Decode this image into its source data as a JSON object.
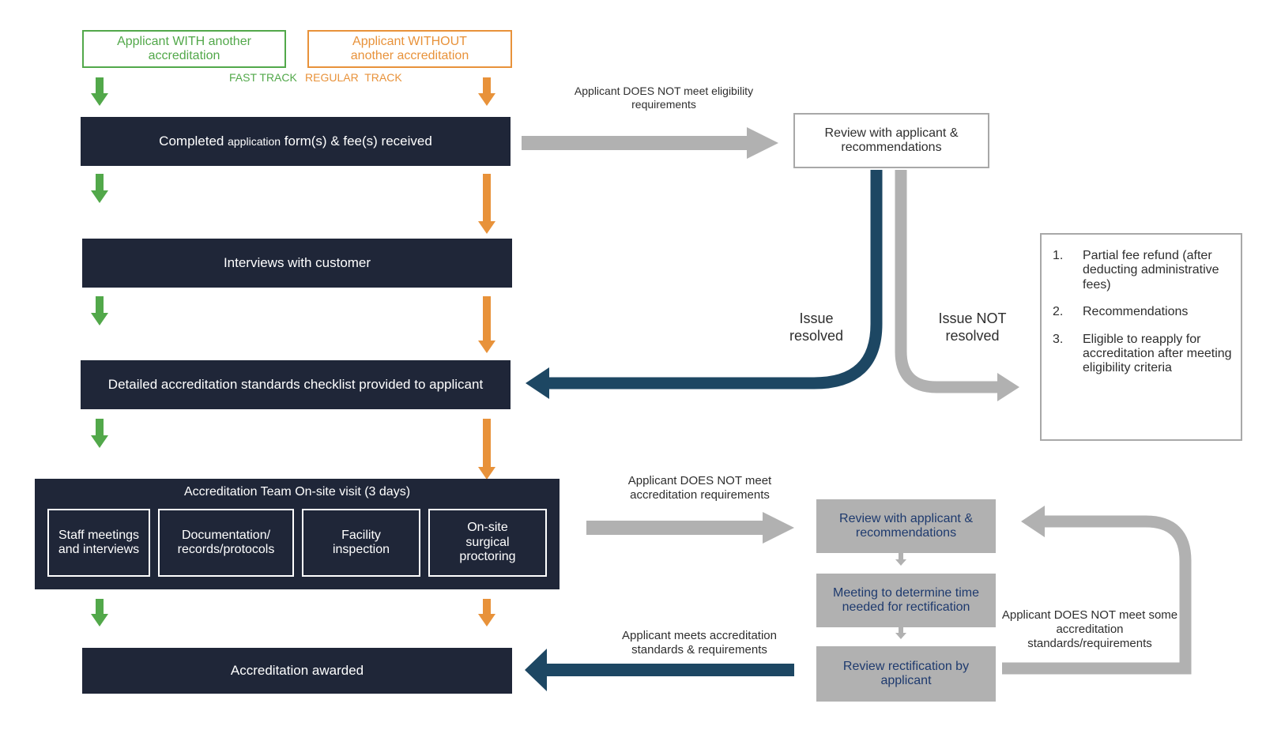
{
  "tracks": {
    "with": {
      "box": "Applicant WITH another accreditation",
      "tag": "FAST TRACK"
    },
    "without": {
      "box": "Applicant WITHOUT another accreditation",
      "tag": "REGULAR  TRACK"
    }
  },
  "steps": {
    "application_pre": "Completed ",
    "application_small": "application",
    "application_post": " form(s) & fee(s) received",
    "interviews": "Interviews with customer",
    "checklist": "Detailed accreditation standards checklist provided to applicant",
    "onsite_title": "Accreditation Team On-site visit (3 days)",
    "onsite_items": [
      "Staff meetings and interviews",
      "Documentation/ records/protocols",
      "Facility inspection",
      "On-site surgical proctoring"
    ],
    "awarded": "Accreditation awarded"
  },
  "eligibility": {
    "arrow_label": "Applicant DOES NOT meet eligibility requirements",
    "review": "Review with applicant & recommendations",
    "resolved": "Issue resolved",
    "not_resolved": "Issue NOT resolved",
    "outcomes": [
      {
        "num": "1.",
        "text": "Partial fee refund (after deducting administrative fees)"
      },
      {
        "num": "2.",
        "text": "Recommendations"
      },
      {
        "num": "3.",
        "text": "Eligible to reapply for accreditation after meeting eligibility criteria"
      }
    ]
  },
  "accreditation_review": {
    "arrow_label": "Applicant DOES NOT meet accreditation requirements",
    "review": "Review with applicant & recommendations",
    "meeting": "Meeting to determine time needed for rectification",
    "rectification": "Review rectification by applicant",
    "meets_label": "Applicant meets accreditation standards & requirements",
    "some_label": "Applicant DOES NOT meet some accreditation standards/requirements"
  },
  "colors": {
    "dark": "#1f2638",
    "green": "#52a84a",
    "orange": "#e8923a",
    "gray": "#b1b1b1",
    "navy": "#1d4763"
  }
}
